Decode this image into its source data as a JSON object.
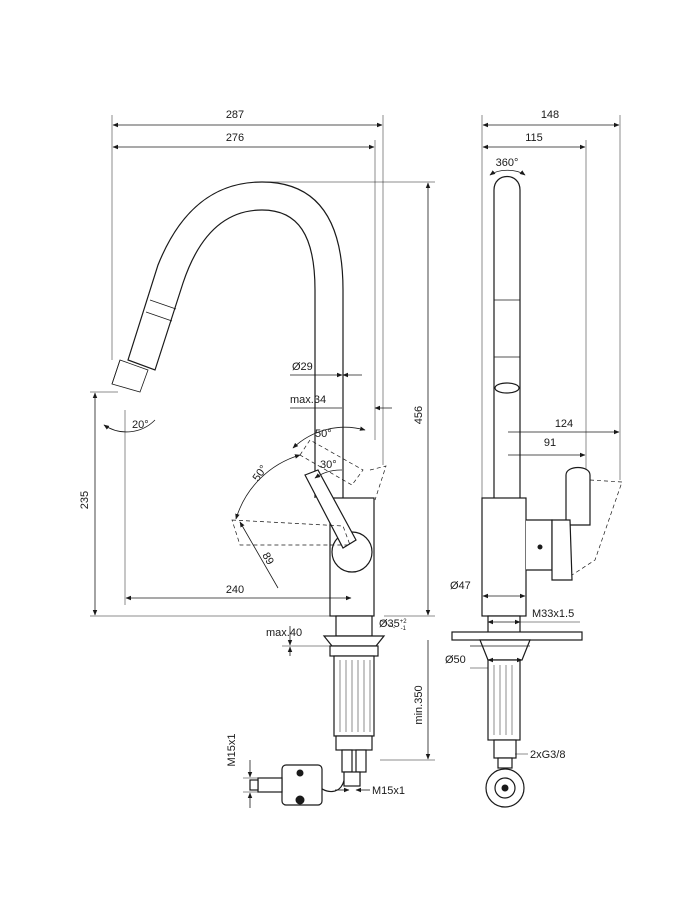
{
  "front_view": {
    "dim_total_width": "287",
    "dim_spout_reach": "276",
    "dim_height": "456",
    "dim_spout_diameter": "Ø29",
    "dim_body_width_max": "max.34",
    "dim_handle_angle_up": "50°",
    "dim_handle_angle_side": "50°",
    "dim_handle_angle_small": "30°",
    "dim_spray_angle": "20°",
    "dim_handle_length": "89",
    "dim_outlet_height": "235",
    "dim_outlet_reach": "240",
    "dim_base_diameter": "Ø35",
    "dim_base_tol_plus": "+2",
    "dim_base_tol_minus": "-1",
    "dim_deck_thickness": "max.40",
    "dim_hose_length": "min.350",
    "dim_connector_vertical": "M15x1",
    "dim_connector_horizontal": "M15x1"
  },
  "side_view": {
    "dim_total_depth": "148",
    "dim_spout_offset": "115",
    "dim_rotation": "360°",
    "dim_handle_depth": "124",
    "dim_body_to_handle": "91",
    "dim_body_diameter": "Ø47",
    "dim_thread": "M33x1.5",
    "dim_flange_diameter": "Ø50",
    "dim_supply_connectors": "2xG3/8"
  }
}
